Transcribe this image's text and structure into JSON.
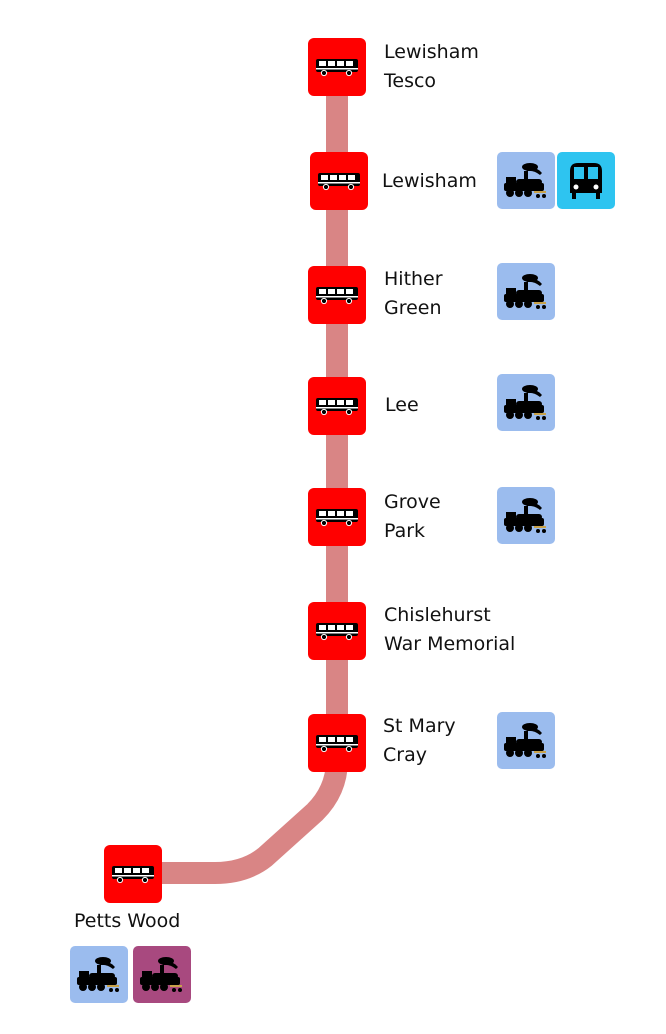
{
  "colors": {
    "bus": "#ff0000",
    "route": "#d98585",
    "rail": "#9bbcee",
    "dlr": "#2ec4f0",
    "overground": "#a8497f"
  },
  "stops": [
    {
      "name": "Lewisham\nTesco",
      "connections": []
    },
    {
      "name": "Lewisham",
      "connections": [
        "rail-icon",
        "dlr-icon"
      ]
    },
    {
      "name": "Hither\nGreen",
      "connections": [
        "rail-icon"
      ]
    },
    {
      "name": "Lee",
      "connections": [
        "rail-icon"
      ]
    },
    {
      "name": "Grove\nPark",
      "connections": [
        "rail-icon"
      ]
    },
    {
      "name": "Chislehurst\nWar Memorial",
      "connections": []
    },
    {
      "name": "St Mary\nCray",
      "connections": [
        "rail-icon"
      ]
    },
    {
      "name": "Petts Wood",
      "connections": [
        "rail-icon",
        "overground-rail-icon"
      ]
    }
  ]
}
